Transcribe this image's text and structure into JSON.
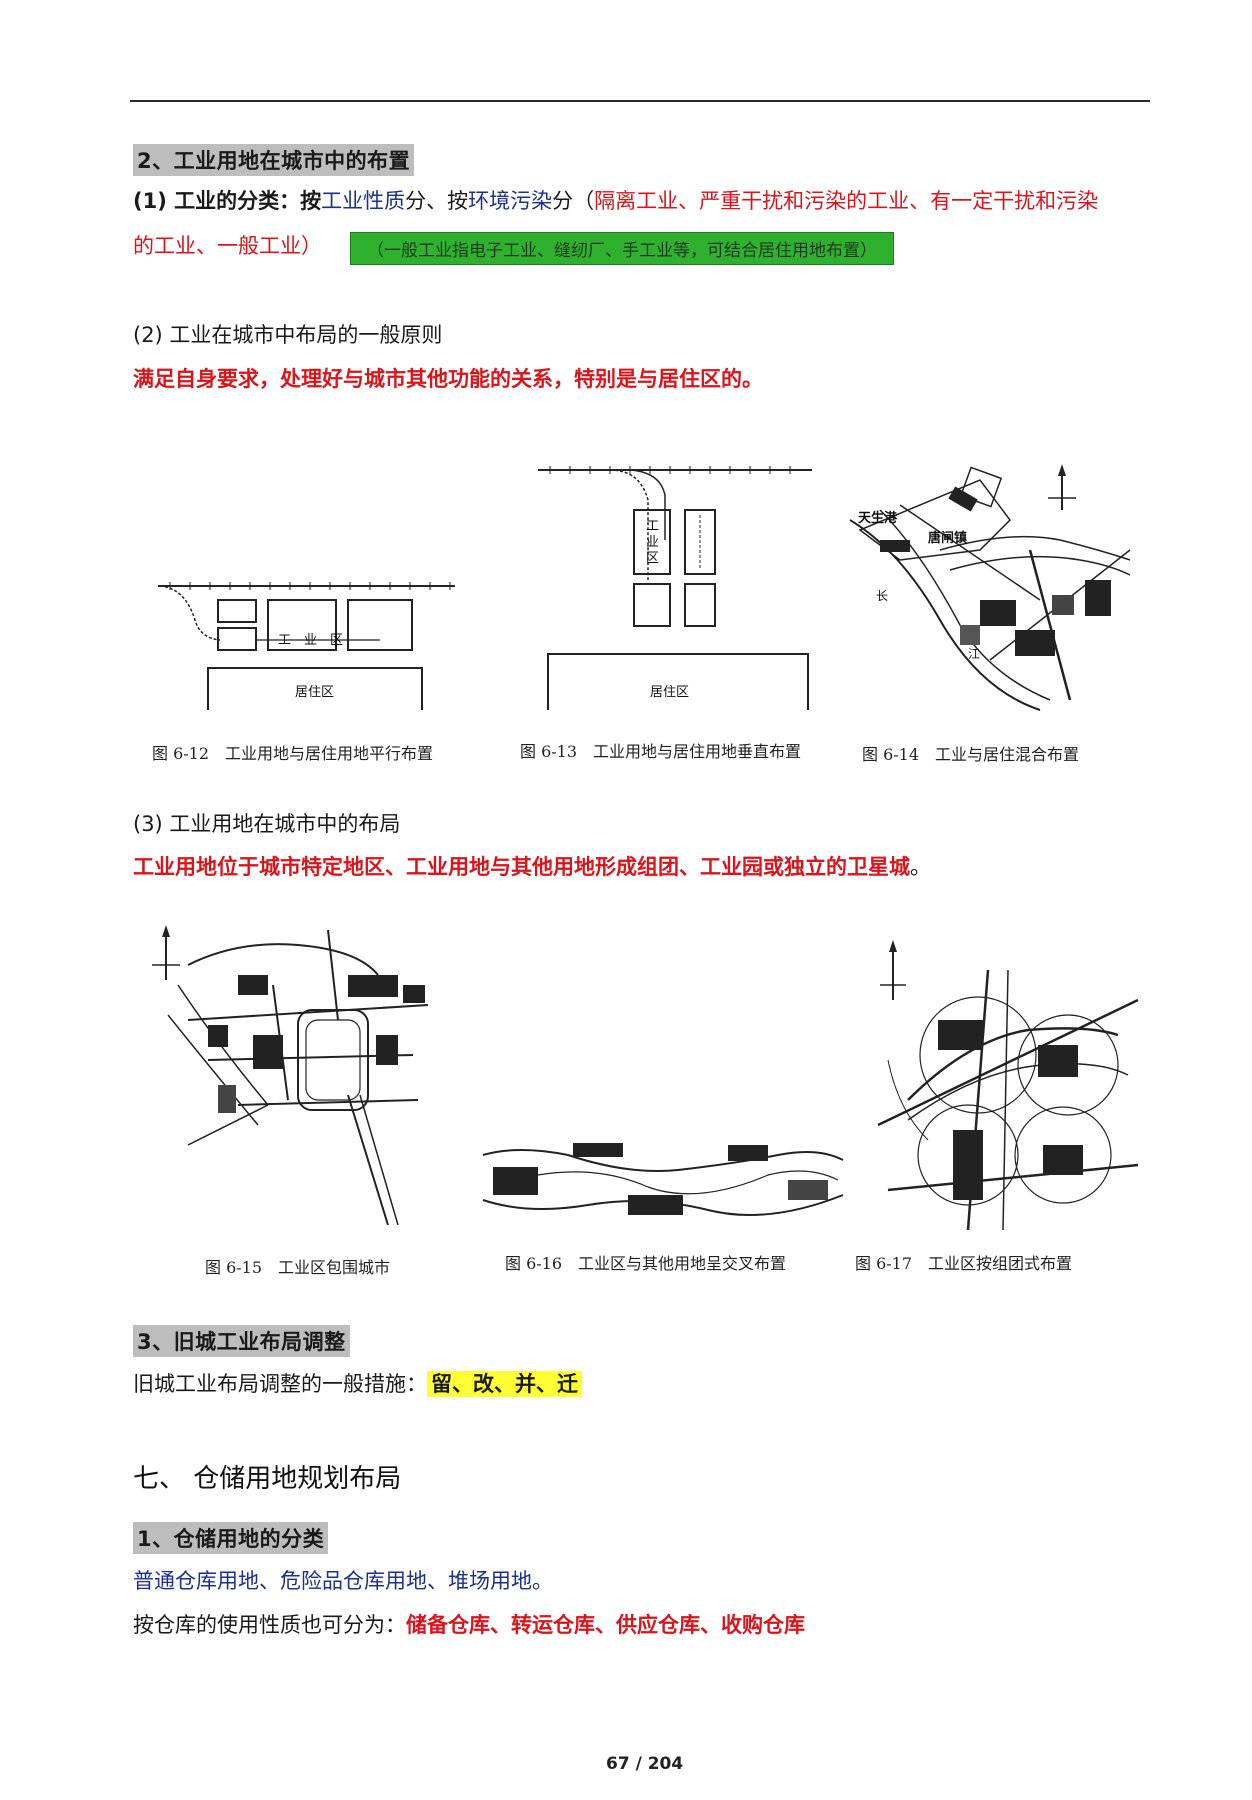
{
  "s2": {
    "title": "2、工业用地在城市中的布置",
    "p1": {
      "lead": "(1) 工业的分类：按",
      "k1": "工业性质",
      "t1": "分、按",
      "k2": "环境污染",
      "t2": "分（",
      "red1": "隔离工业、严重干扰和污染的工业、有一定干扰和污染",
      "red2": "的工业、一般工业）",
      "note": "（一般工业指电子工业、缝纫厂、手工业等，可结合居住用地布置）"
    },
    "p2": {
      "head": "(2) 工业在城市中布局的一般原则",
      "body": "满足自身要求，处理好与城市其他功能的关系，特别是与居住区的。"
    },
    "p3": {
      "head": "(3) 工业用地在城市中的布局",
      "body": "工业用地位于城市特定地区、工业用地与其他用地形成组团、工业园或独立的卫星城",
      "tail": "。"
    }
  },
  "figs": {
    "f12": {
      "caption": "图 6-12　工业用地与居住用地平行布置",
      "industry": "工　业　区",
      "resid": "居住区"
    },
    "f13": {
      "caption": "图 6-13　工业用地与居住用地垂直布置",
      "industry_c1": "工",
      "industry_c2": "业",
      "industry_c3": "区",
      "resid": "居住区"
    },
    "f14": {
      "caption": "图 6-14　工业与居住混合布置",
      "port": "天生港",
      "town": "唐闸镇",
      "river1": "长",
      "river2": "江"
    },
    "f15": {
      "caption": "图 6-15　工业区包围城市"
    },
    "f16": {
      "caption": "图 6-16　工业区与其他用地呈交叉布置"
    },
    "f17": {
      "caption": "图 6-17　工业区按组团式布置"
    }
  },
  "s3": {
    "title": "3、旧城工业布局调整",
    "lead": "旧城工业布局调整的一般措施：",
    "hl": "留、改、并、迁"
  },
  "s7": {
    "title": "七、 仓储用地规划布局",
    "sub": "1、仓储用地的分类",
    "l1": "普通仓库用地、危险品仓库用地、堆场用地。",
    "l2lead": "按仓库的使用性质也可分为：",
    "l2red": "储备仓库、转运仓库、供应仓库、收购仓库"
  },
  "footer": {
    "page": "67  /  204"
  },
  "colors": {
    "red": "#d9141b",
    "blue": "#1d2f8f",
    "green": "#2fb12f",
    "yellow": "#ffff33"
  }
}
